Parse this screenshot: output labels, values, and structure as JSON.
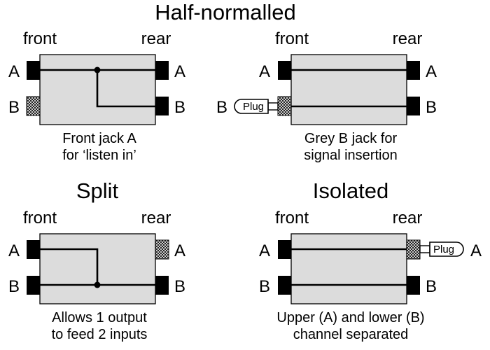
{
  "main_title": "Half-normalled",
  "panels": [
    {
      "title": "",
      "front_label": "front",
      "rear_label": "rear",
      "jack_a": "A",
      "jack_b": "B",
      "rear_a": "A",
      "rear_b": "B",
      "caption_line1": "Front jack A",
      "caption_line2": "for ‘listen in’"
    },
    {
      "title": "",
      "front_label": "front",
      "rear_label": "rear",
      "jack_a": "A",
      "jack_b": "B",
      "rear_a": "A",
      "rear_b": "B",
      "plug_label": "Plug",
      "caption_line1": "Grey B jack for",
      "caption_line2": "signal insertion"
    },
    {
      "title": "Split",
      "front_label": "front",
      "rear_label": "rear",
      "jack_a": "A",
      "jack_b": "B",
      "rear_a": "A",
      "rear_b": "B",
      "caption_line1": "Allows 1 output",
      "caption_line2": "to feed 2 inputs"
    },
    {
      "title": "Isolated",
      "front_label": "front",
      "rear_label": "rear",
      "jack_a": "A",
      "jack_b": "B",
      "rear_a": "A",
      "rear_b": "B",
      "plug_label": "Plug",
      "caption_line1": "Upper (A) and lower (B)",
      "caption_line2": "channel separated"
    }
  ],
  "colors": {
    "box_fill": "#dcdcdc",
    "jack": "#000000",
    "grey_jack_pattern": "crosshatch"
  }
}
